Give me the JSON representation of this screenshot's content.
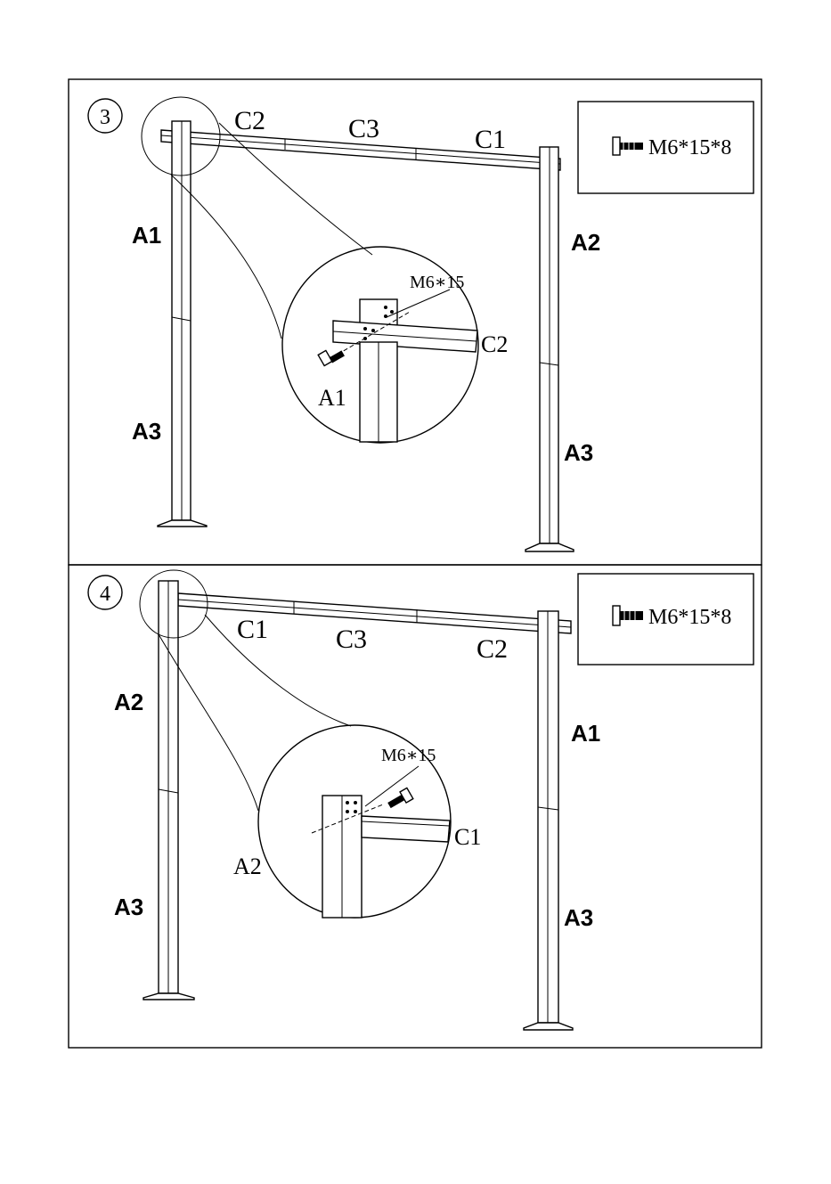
{
  "steps": [
    {
      "number": "3",
      "hardware_label": "M6*15*8",
      "beam_labels": [
        "C2",
        "C3",
        "C1"
      ],
      "left_post_labels": [
        "A1",
        "A3"
      ],
      "right_post_labels": [
        "A2",
        "A3"
      ],
      "detail": {
        "bolt_label": "M6∗15",
        "beam_label": "C2",
        "post_label": "A1"
      }
    },
    {
      "number": "4",
      "hardware_label": "M6*15*8",
      "beam_labels": [
        "C1",
        "C3",
        "C2"
      ],
      "left_post_labels": [
        "A2",
        "A3"
      ],
      "right_post_labels": [
        "A1",
        "A3"
      ],
      "detail": {
        "bolt_label": "M6∗15",
        "beam_label": "C1",
        "post_label": "A2"
      }
    }
  ]
}
